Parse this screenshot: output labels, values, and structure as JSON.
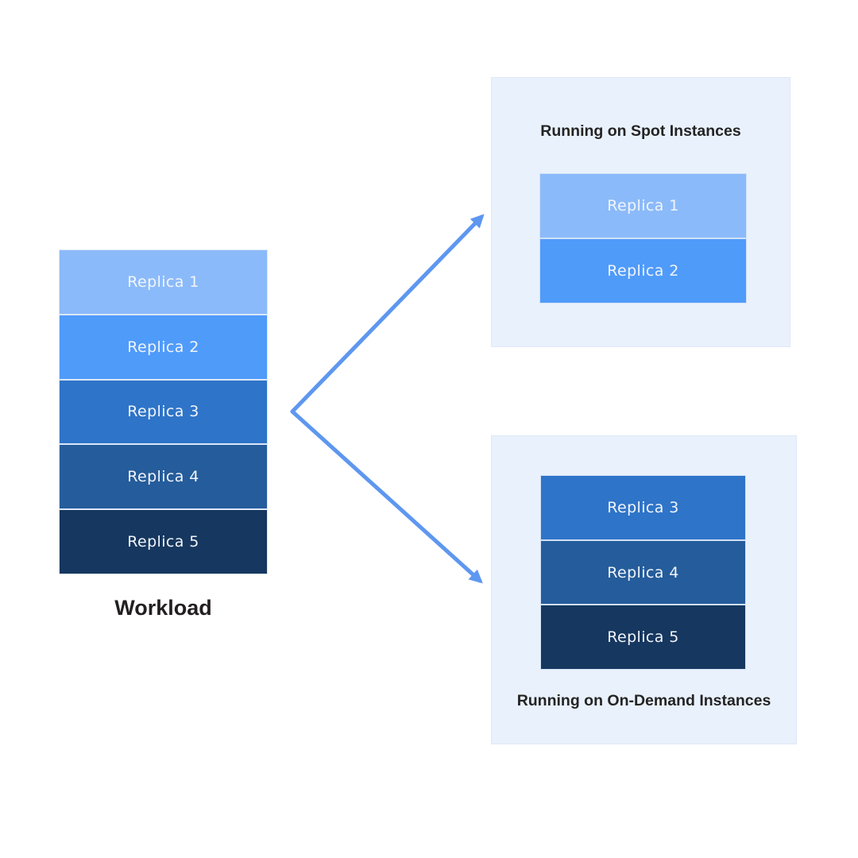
{
  "workload": {
    "label": "Workload",
    "replicas": [
      {
        "label": "Replica 1",
        "color": "#8BBAFA"
      },
      {
        "label": "Replica 2",
        "color": "#4F9BFA"
      },
      {
        "label": "Replica 3",
        "color": "#2E74C8"
      },
      {
        "label": "Replica 4",
        "color": "#255C9B"
      },
      {
        "label": "Replica 5",
        "color": "#16375F"
      }
    ]
  },
  "spot_panel": {
    "title": "Running on Spot Instances",
    "replicas": [
      {
        "label": "Replica 1",
        "color": "#8BBAFA"
      },
      {
        "label": "Replica 2",
        "color": "#4F9BFA"
      }
    ]
  },
  "ondemand_panel": {
    "title": "Running on On-Demand Instances",
    "replicas": [
      {
        "label": "Replica 3",
        "color": "#2E74C8"
      },
      {
        "label": "Replica 4",
        "color": "#255C9B"
      },
      {
        "label": "Replica 5",
        "color": "#16375F"
      }
    ]
  },
  "colors": {
    "page_background": "#FFFFFF",
    "panel_background": "#E9F1FC",
    "panel_border": "#DDE8F9",
    "arrow": "#5E97F0",
    "title_text": "#242424",
    "replica_text": "#F1F5FA"
  }
}
